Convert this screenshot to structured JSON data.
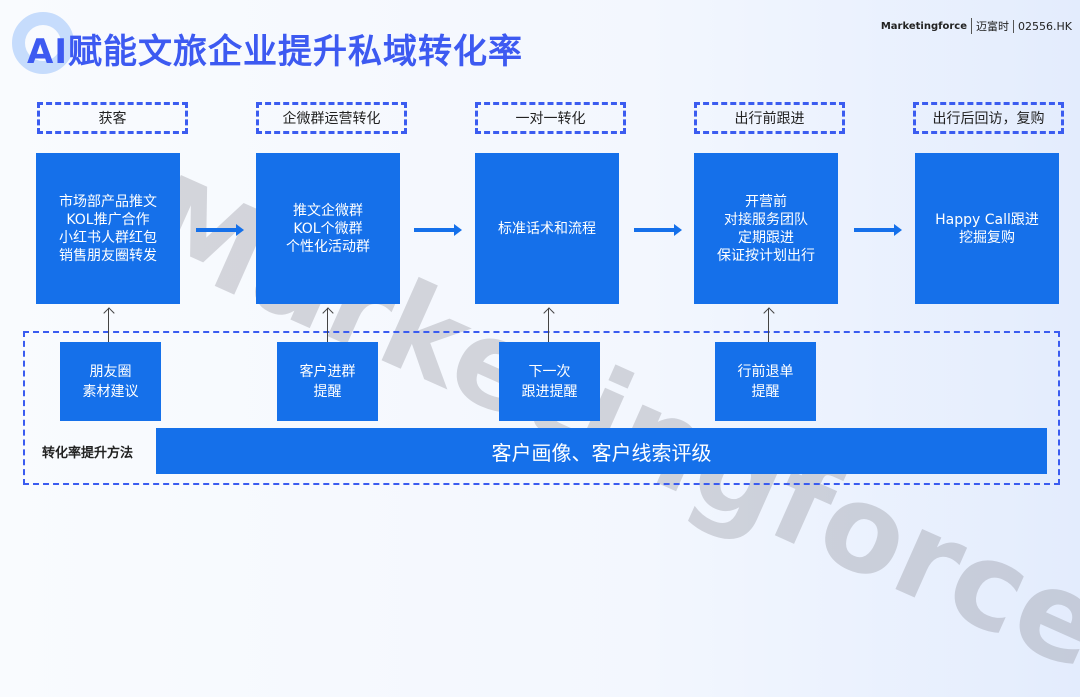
{
  "title": "AI赋能文旅企业提升私域转化率",
  "logo": {
    "brand": "Marketingforce",
    "cn": "迈富时",
    "ticker": "02556.HK"
  },
  "watermark": "Marketingforce",
  "stages": [
    {
      "head": "获客",
      "body": "市场部产品推文\nKOL推广合作\n小红书人群红包\n销售朋友圈转发"
    },
    {
      "head": "企微群运营转化",
      "body": "推文企微群\nKOL个微群\n个性化活动群"
    },
    {
      "head": "一对一转化",
      "body": "标准话术和流程"
    },
    {
      "head": "出行前跟进",
      "body": "开营前\n对接服务团队\n定期跟进\n保证按计划出行"
    },
    {
      "head": "出行后回访，复购",
      "body": "Happy Call跟进\n挖掘复购"
    }
  ],
  "methods": [
    "朋友圈\n素材建议",
    "客户进群\n提醒",
    "下一次\n跟进提醒",
    "行前退单\n提醒"
  ],
  "method_label": "转化率提升方法",
  "bottom_bar": "客户画像、客户线索评级"
}
